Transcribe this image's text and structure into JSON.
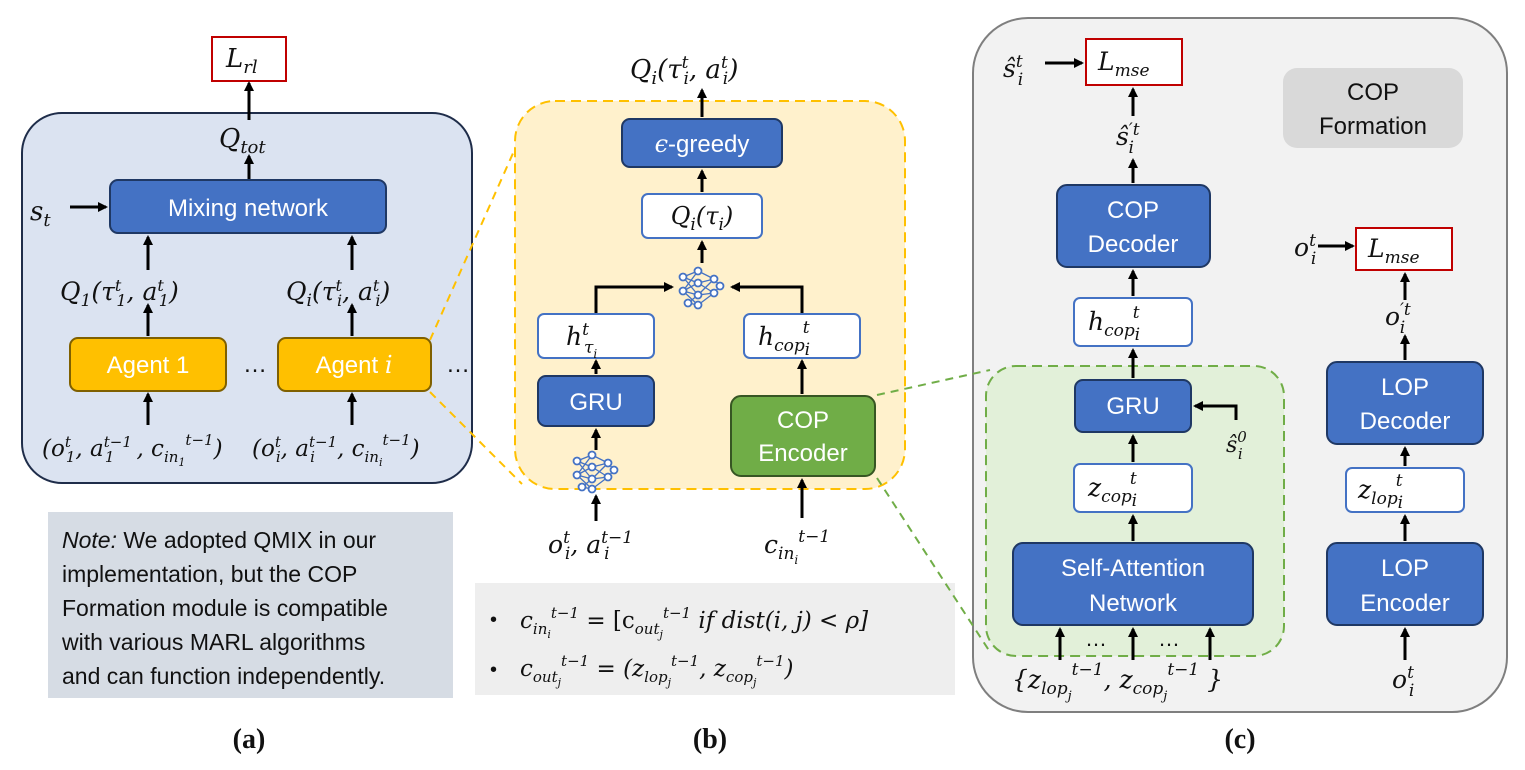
{
  "colors": {
    "panel_a_bg": "#dbe3f1",
    "panel_b_bg": "#fff1cc",
    "panel_c_bg": "#f2f2f2",
    "green_bg": "#e2f0d9",
    "blue_box": "#4472c4",
    "yellow_box": "#ffc000",
    "green_box": "#70ad47",
    "loss_border": "#c00000",
    "note_bg": "#d6dce4"
  },
  "panel_a": {
    "loss": "L_rl",
    "q_tot": "Q_tot",
    "state": "s_t",
    "mixing": "Mixing network",
    "q1": "Q_1(τ_1^t, a_1^t)",
    "qi": "Q_i(τ_i^t, a_i^t)",
    "agent1": "Agent 1",
    "agent_i_prefix": "Agent ",
    "agent_i_var": "i",
    "ellipsis": "…",
    "input1": "(o_1^t, a_1^(t−1), c_in_1^(t−1))",
    "inputi": "(o_i^t, a_i^(t−1), c_in_i^(t−1))"
  },
  "note": {
    "label": "Note:",
    "lines": [
      " We adopted QMIX in our",
      "implementation, but the COP",
      "Formation module is compatible",
      "with various MARL algorithms",
      "and can function independently."
    ]
  },
  "panel_b": {
    "output": "Q_i(τ_i^t, a_i^t)",
    "egreedy_sym": "ϵ",
    "egreedy_rest": "-greedy",
    "q_tau": "Q_i(τ_i)",
    "h_tau": "h_τi^t",
    "h_cop": "h_cop_i^t",
    "gru": "GRU",
    "cop_encoder_1": "COP",
    "cop_encoder_2": "Encoder",
    "input_obs": "o_i^t, a_i^(t−1)",
    "input_c": "c_in_i^(t−1)",
    "formula1": "c_in_i^(t−1) = [c_out_j^(t−1) if dist(i,j) < ρ]",
    "formula2": "c_out_j^(t−1) = (z_lop_j^(t−1), z_cop_j^(t−1))",
    "bullet": "•"
  },
  "panel_c": {
    "shat": "ŝ_i^t",
    "loss_mse": "L_mse",
    "shat_prime": "ŝ'_i^t",
    "cop_formation_1": "COP",
    "cop_formation_2": "Formation",
    "cop_decoder_1": "COP",
    "cop_decoder_2": "Decoder",
    "h_cop": "h_cop_i^t",
    "gru": "GRU",
    "s0": "ŝ_i^0",
    "z_cop": "z_cop_i^t",
    "sa_1": "Self-Attention",
    "sa_2": "Network",
    "dots": "…",
    "set": "{z_lop_j^(t−1), z_cop_j^(t−1)}",
    "o_in": "o_i^t",
    "loss_mse2": "L_mse",
    "o_prime": "o'_i^t",
    "lop_decoder_1": "LOP",
    "lop_decoder_2": "Decoder",
    "z_lop": "z_lop_i^t",
    "lop_encoder_1": "LOP",
    "lop_encoder_2": "Encoder",
    "o_bottom": "o_i^t"
  },
  "captions": {
    "a": "(a)",
    "b": "(b)",
    "c": "(c)"
  }
}
